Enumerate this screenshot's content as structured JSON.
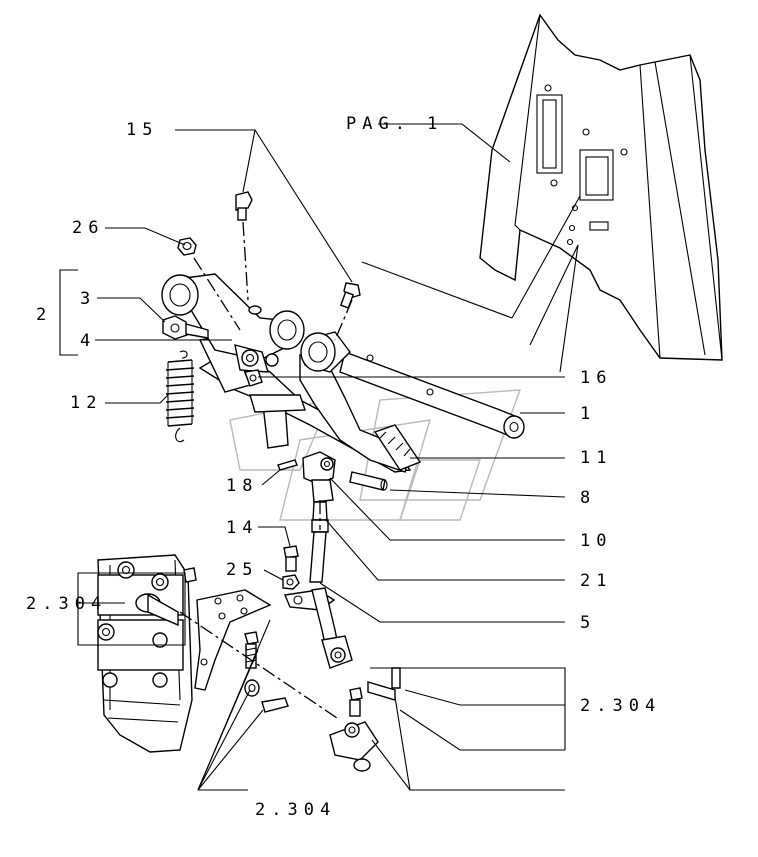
{
  "labels": {
    "pag1": "PAG. 1",
    "l15": "15",
    "l26": "26",
    "l2": "2",
    "l3": "3",
    "l4": "4",
    "l12": "12",
    "l16": "16",
    "l1": "1",
    "l11": "11",
    "l18": "18",
    "l8": "8",
    "l14": "14",
    "l10": "10",
    "l25": "25",
    "l21": "21",
    "l2304a": "2.304",
    "l5": "5",
    "l2304b": "2.304",
    "l2304c": "2.304"
  }
}
